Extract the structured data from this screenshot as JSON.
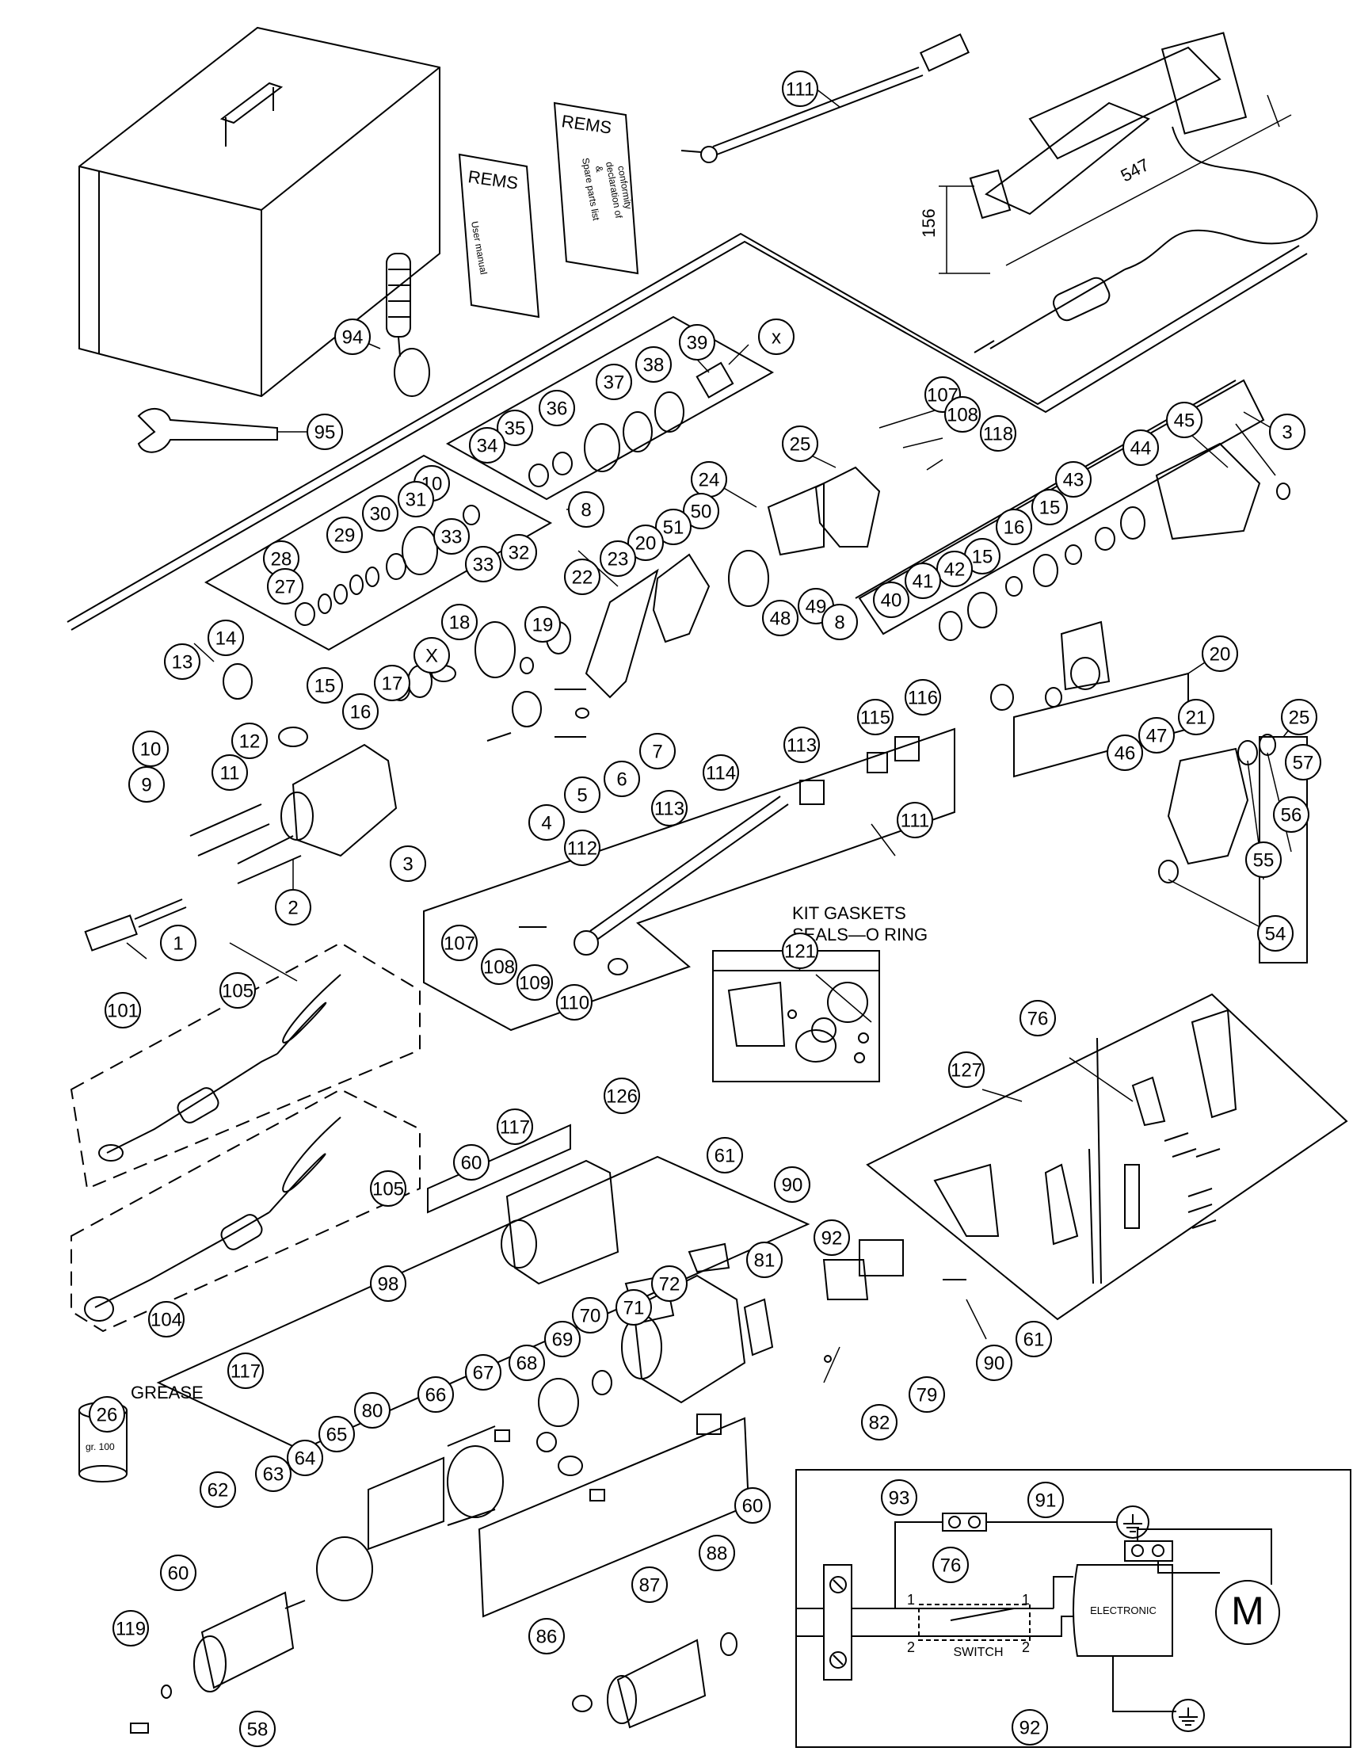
{
  "booklets": {
    "manual_brand": "REMS",
    "manual_title": "User manual",
    "spares_brand": "REMS",
    "spares_line1": "Spare parts list",
    "spares_line2": "&",
    "spares_line3": "declaration of",
    "spares_line4": "conformity"
  },
  "dimensions": {
    "height": "156",
    "length": "547"
  },
  "labels": {
    "kit": "KIT GASKETS",
    "kit2": "SEALS—O RING",
    "grease": "GREASE",
    "grease_can": "gr. 100",
    "x_marker": "X"
  },
  "wiring": {
    "electronic": "ELECTRONIC",
    "switch": "SWITCH",
    "t1a": "1",
    "t2a": "2",
    "t1b": "1",
    "t2b": "2",
    "motor": "M"
  },
  "callouts": [
    {
      "n": "111"
    },
    {
      "n": "94"
    },
    {
      "n": "95"
    },
    {
      "n": "39"
    },
    {
      "n": "x"
    },
    {
      "n": "38"
    },
    {
      "n": "37"
    },
    {
      "n": "36"
    },
    {
      "n": "35"
    },
    {
      "n": "34"
    },
    {
      "n": "107"
    },
    {
      "n": "108"
    },
    {
      "n": "118"
    },
    {
      "n": "3"
    },
    {
      "n": "45"
    },
    {
      "n": "44"
    },
    {
      "n": "43"
    },
    {
      "n": "15"
    },
    {
      "n": "16"
    },
    {
      "n": "15"
    },
    {
      "n": "42"
    },
    {
      "n": "41"
    },
    {
      "n": "40"
    },
    {
      "n": "25"
    },
    {
      "n": "24"
    },
    {
      "n": "50"
    },
    {
      "n": "51"
    },
    {
      "n": "20"
    },
    {
      "n": "23"
    },
    {
      "n": "22"
    },
    {
      "n": "48"
    },
    {
      "n": "49"
    },
    {
      "n": "8"
    },
    {
      "n": "10"
    },
    {
      "n": "31"
    },
    {
      "n": "30"
    },
    {
      "n": "29"
    },
    {
      "n": "28"
    },
    {
      "n": "27"
    },
    {
      "n": "33"
    },
    {
      "n": "33"
    },
    {
      "n": "32"
    },
    {
      "n": "8"
    },
    {
      "n": "20"
    },
    {
      "n": "21"
    },
    {
      "n": "47"
    },
    {
      "n": "46"
    },
    {
      "n": "25"
    },
    {
      "n": "57"
    },
    {
      "n": "56"
    },
    {
      "n": "55"
    },
    {
      "n": "54"
    },
    {
      "n": "13"
    },
    {
      "n": "14"
    },
    {
      "n": "10"
    },
    {
      "n": "12"
    },
    {
      "n": "11"
    },
    {
      "n": "9"
    },
    {
      "n": "15"
    },
    {
      "n": "16"
    },
    {
      "n": "17"
    },
    {
      "n": "X"
    },
    {
      "n": "18"
    },
    {
      "n": "19"
    },
    {
      "n": "7"
    },
    {
      "n": "6"
    },
    {
      "n": "5"
    },
    {
      "n": "4"
    },
    {
      "n": "3"
    },
    {
      "n": "2"
    },
    {
      "n": "1"
    },
    {
      "n": "116"
    },
    {
      "n": "115"
    },
    {
      "n": "113"
    },
    {
      "n": "114"
    },
    {
      "n": "113"
    },
    {
      "n": "111"
    },
    {
      "n": "112"
    },
    {
      "n": "107"
    },
    {
      "n": "108"
    },
    {
      "n": "109"
    },
    {
      "n": "110"
    },
    {
      "n": "121"
    },
    {
      "n": "101"
    },
    {
      "n": "105"
    },
    {
      "n": "105"
    },
    {
      "n": "104"
    },
    {
      "n": "98"
    },
    {
      "n": "126"
    },
    {
      "n": "117"
    },
    {
      "n": "60"
    },
    {
      "n": "76"
    },
    {
      "n": "127"
    },
    {
      "n": "61"
    },
    {
      "n": "90"
    },
    {
      "n": "92"
    },
    {
      "n": "81"
    },
    {
      "n": "72"
    },
    {
      "n": "71"
    },
    {
      "n": "70"
    },
    {
      "n": "69"
    },
    {
      "n": "61"
    },
    {
      "n": "90"
    },
    {
      "n": "79"
    },
    {
      "n": "82"
    },
    {
      "n": "26"
    },
    {
      "n": "117"
    },
    {
      "n": "66"
    },
    {
      "n": "67"
    },
    {
      "n": "68"
    },
    {
      "n": "80"
    },
    {
      "n": "65"
    },
    {
      "n": "64"
    },
    {
      "n": "63"
    },
    {
      "n": "62"
    },
    {
      "n": "60"
    },
    {
      "n": "119"
    },
    {
      "n": "58"
    },
    {
      "n": "60"
    },
    {
      "n": "88"
    },
    {
      "n": "87"
    },
    {
      "n": "86"
    },
    {
      "n": "93"
    },
    {
      "n": "91"
    },
    {
      "n": "76"
    },
    {
      "n": "92"
    }
  ]
}
